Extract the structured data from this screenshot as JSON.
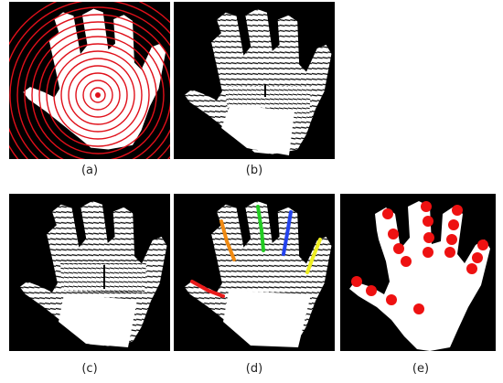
{
  "figure": {
    "panels": [
      {
        "id": "a",
        "caption": "(a)"
      },
      {
        "id": "b",
        "caption": "(b)"
      },
      {
        "id": "c",
        "caption": "(c)"
      },
      {
        "id": "d",
        "caption": "(d)"
      },
      {
        "id": "e",
        "caption": "(e)"
      }
    ],
    "colors": {
      "background": "#000000",
      "hand": "#ffffff",
      "rings": "#e0101a",
      "thumb_line": "#e81a1a",
      "index_line": "#f08a12",
      "middle_line": "#22cc22",
      "ring_line": "#2242ee",
      "little_line": "#eeee22",
      "keypoints": "#ee1111"
    },
    "icons": [
      "concentric-rings",
      "finger-centerlines",
      "keypoint-dots"
    ]
  }
}
